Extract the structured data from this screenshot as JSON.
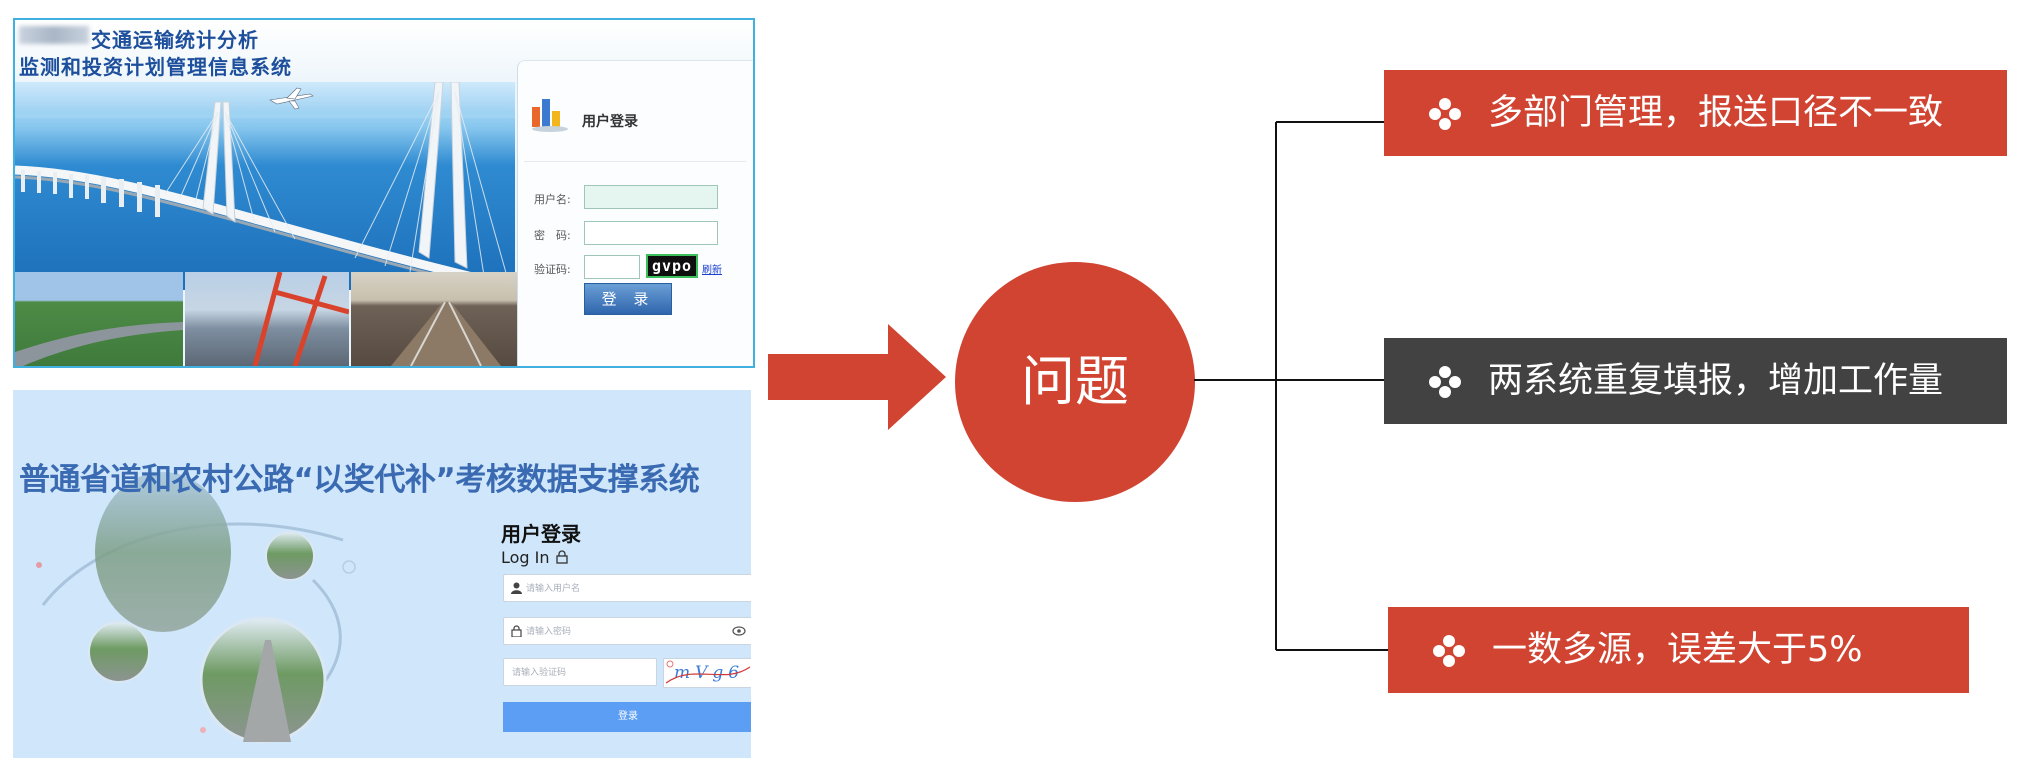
{
  "screenshot_top": {
    "title_line1": "交通运输统计分析",
    "title_line2": "监测和投资计划管理信息系统",
    "login_title": "用户登录",
    "username_label": "用户名:",
    "password_label": "密　码:",
    "captcha_label": "验证码:",
    "captcha_text": "gvpo",
    "refresh_link": "刷新",
    "login_button": "登 录"
  },
  "screenshot_bottom": {
    "system_title": "普通省道和农村公路“以奖代补”考核数据支撑系统",
    "login_title": "用户登录",
    "login_subtitle": "Log In",
    "username_placeholder": "请输入用户名",
    "password_placeholder": "请输入密码",
    "captcha_placeholder": "请输入验证码",
    "captcha_text": "mVg6",
    "login_button": "登录"
  },
  "problem_label": "问题",
  "issues": [
    {
      "text": "多部门管理，报送口径不一致",
      "color": "#d14432"
    },
    {
      "text": "两系统重复填报，增加工作量",
      "color": "#424242"
    },
    {
      "text": "一数多源，误差大于5%",
      "color": "#d14432"
    }
  ],
  "colors": {
    "accent_red": "#d14432",
    "dark_gray": "#424242"
  }
}
